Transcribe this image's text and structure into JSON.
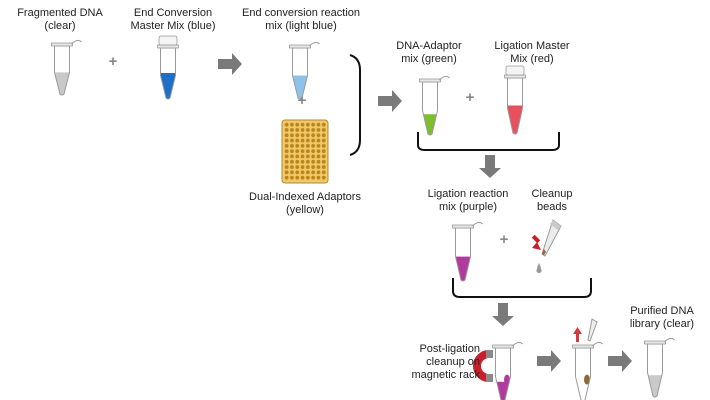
{
  "labels": {
    "fragmented_dna": "Fragmented DNA\n(clear)",
    "end_conversion_mix": "End Conversion\nMaster Mix (blue)",
    "end_conversion_reaction": "End conversion reaction\nmix (light blue)",
    "dual_indexed_adaptors": "Dual-Indexed Adaptors\n(yellow)",
    "dna_adaptor_mix": "DNA-Adaptor\nmix (green)",
    "ligation_master_mix": "Ligation Master\nMix (red)",
    "ligation_reaction_mix": "Ligation reaction\nmix (purple)",
    "cleanup_beads": "Cleanup\nbeads",
    "post_ligation_cleanup": "Post-ligation\ncleanup on\nmagnetic rack",
    "purified_library": "Purified DNA\nlibrary (clear)"
  },
  "operators": {
    "plus": "+"
  },
  "icons": [
    "tube-icon",
    "plate-icon",
    "arrow-icon",
    "magnet-icon",
    "pipette-icon",
    "bracket-icon"
  ],
  "colors": {
    "clear": "#c9c9c9",
    "blue": "#1f6fc7",
    "light_blue": "#8ec2ea",
    "yellow": "#d9a62a",
    "green": "#7cbf2a",
    "red": "#e8505e",
    "purple": "#b23a9e",
    "beads_brown": "#8b6a3a",
    "arrow_gray": "#7a7a7a",
    "magnet_red": "#c8202a",
    "cap_red": "#d63a3a"
  }
}
